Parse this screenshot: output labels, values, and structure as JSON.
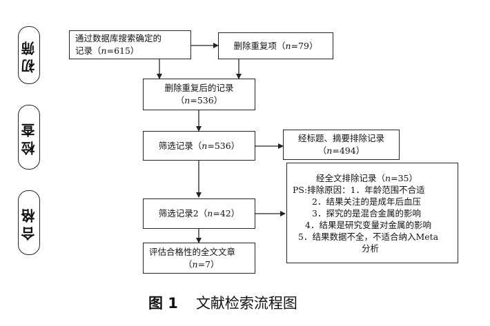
{
  "phases": {
    "screening": "初筛",
    "checking": "检查",
    "eligibility": "合格"
  },
  "boxes": {
    "db_records": {
      "line1": "通过数据库搜索确定的",
      "line2": "记录（n=615）"
    },
    "duplicates": {
      "line1": "删除重复项（n=79）"
    },
    "after_dedup": {
      "line1": "删除重复后的记录",
      "line2": "（n=536）"
    },
    "screen1": {
      "line1": "筛选记录（n=536）"
    },
    "excluded_title": {
      "line1": "经标题、摘要排除记录",
      "line2": "（n=494）"
    },
    "screen2": {
      "line1": "筛选记录2（n=42）"
    },
    "fulltext_excluded": {
      "title": "经全文排除记录（n=35）",
      "reasons_intro": "PS:排除原因：1．年龄范围不合适",
      "reason2": "2．结果关注的是成年后血压",
      "reason3": "3．探究的是混合金属的影响",
      "reason4": "4．结果是研究变量对金属的影响",
      "reason5": "5．结果数据不全，不适合纳入Meta",
      "reason5_cont": "分析"
    },
    "eligible": {
      "line1": "评估合格性的全文文章",
      "line2": "（n=7）"
    }
  },
  "caption": {
    "figure_label": "图 1",
    "title": "文献检索流程图"
  }
}
